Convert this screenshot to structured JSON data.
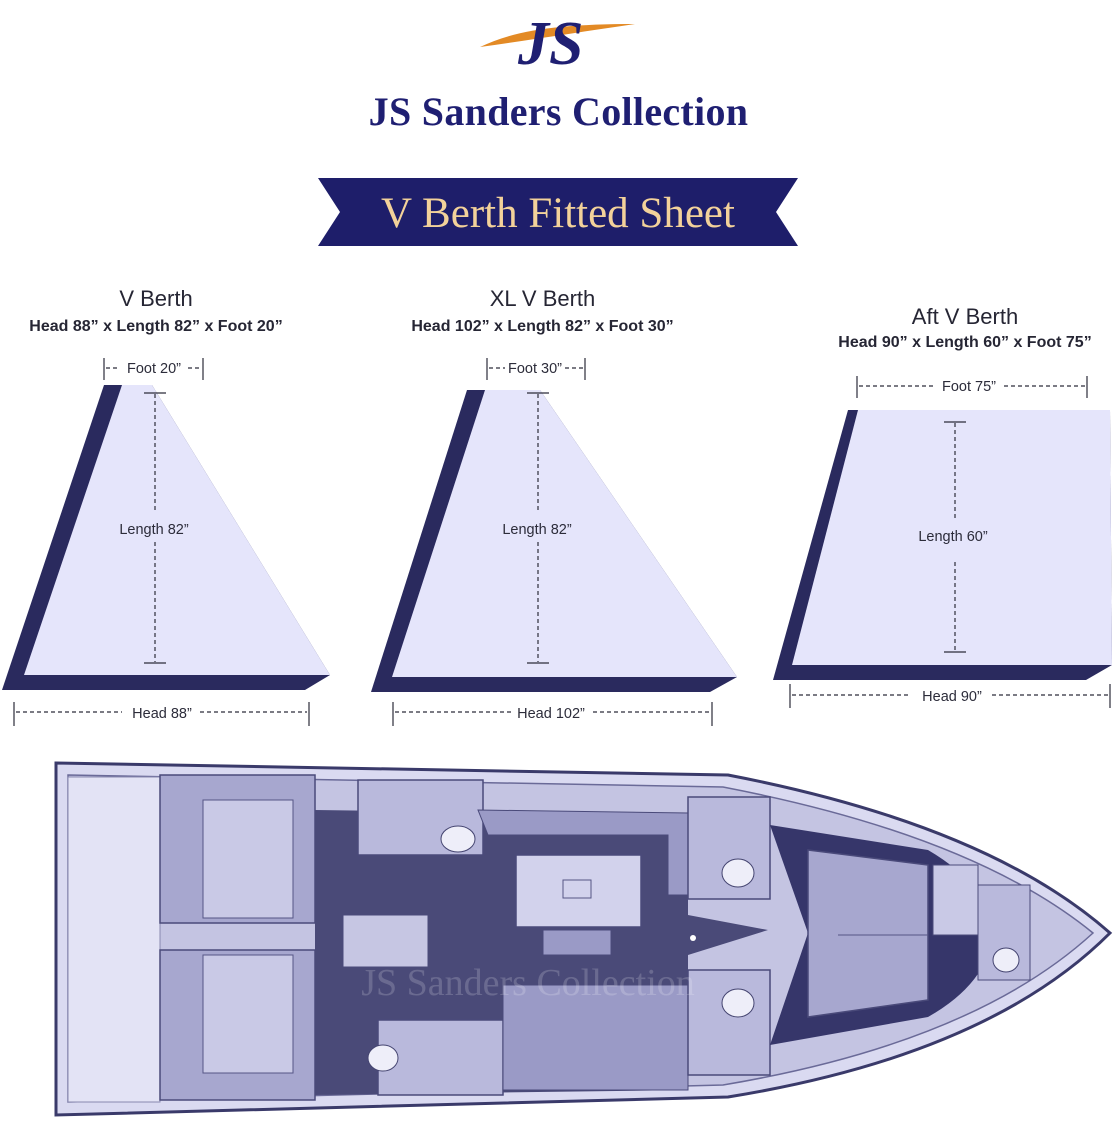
{
  "brand": {
    "monogram": "JS",
    "name": "JS Sanders Collection"
  },
  "banner": {
    "title": "V Berth Fitted Sheet"
  },
  "berths": [
    {
      "title": "V Berth",
      "dimensions": "Head 88” x Length 82” x Foot 20”",
      "foot_label": "Foot 20”",
      "length_label": "Length 82”",
      "head_label": "Head 88”"
    },
    {
      "title": "XL V Berth",
      "dimensions": "Head 102” x Length 82” x Foot 30”",
      "foot_label": "Foot 30”",
      "length_label": "Length 82”",
      "head_label": "Head 102”"
    },
    {
      "title": "Aft V Berth",
      "dimensions": "Head 90” x Length 60” x Foot 75”",
      "foot_label": "Foot 75”",
      "length_label": "Length 60”",
      "head_label": "Head 90”"
    }
  ],
  "watermark": "JS Sanders Collection",
  "colors": {
    "navy": "#1f1f6e",
    "sheet_fill": "#e5e5fb",
    "sheet_edge": "#2a2a5e",
    "gold": "#f3d29a",
    "orange": "#e38a25"
  }
}
